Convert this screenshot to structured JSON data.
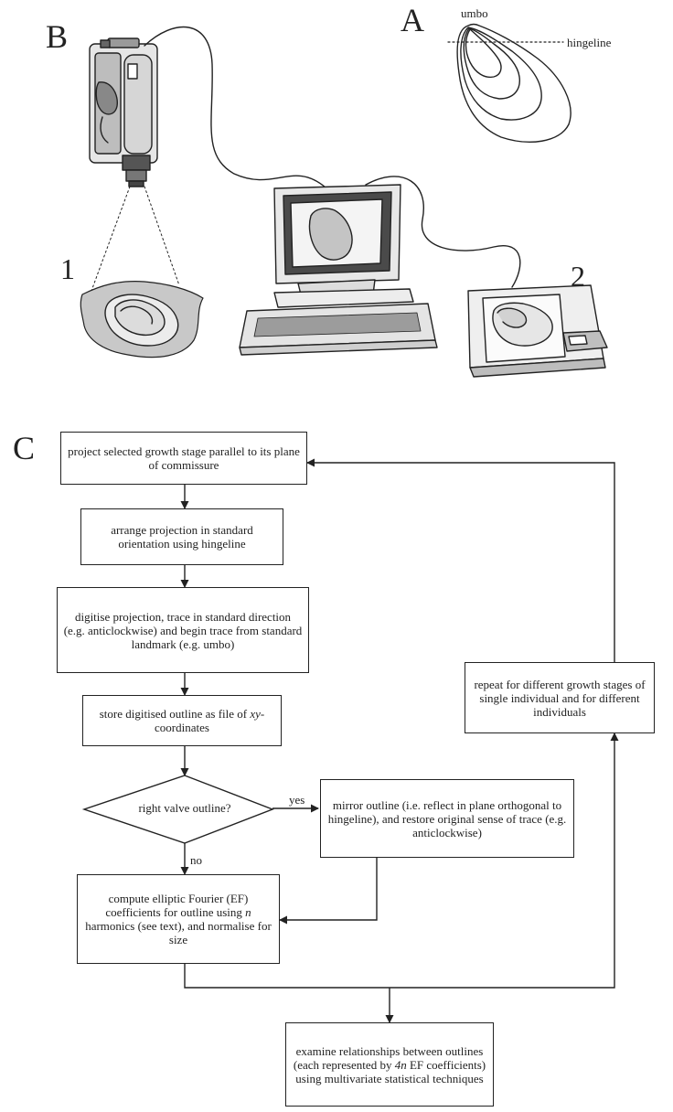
{
  "panels": {
    "a": "A",
    "b": "B",
    "c": "C"
  },
  "stages": {
    "one": "1",
    "two": "2"
  },
  "shell_labels": {
    "umbo": "umbo",
    "hingeline": "hingeline"
  },
  "flow": {
    "step1": "project selected growth stage parallel to its plane of commissure",
    "step2": "arrange projection in standard orientation using hingeline",
    "step3": "digitise projection, trace in standard direction (e.g. anticlockwise) and begin trace from standard landmark (e.g. umbo)",
    "step4_pre": "store digitised outline as file of ",
    "step4_em": "xy",
    "step4_post": "-coordinates",
    "decision": "right valve outline?",
    "yes": "yes",
    "no": "no",
    "mirror": "mirror outline (i.e. reflect in plane orthogonal to hingeline), and restore original sense of trace (e.g. anticlockwise)",
    "compute_pre": "compute elliptic Fourier (EF) coefficients for outline using ",
    "compute_em": "n",
    "compute_post": " harmonics (see text), and normalise for size",
    "repeat": "repeat for different growth stages of single individual and for different individuals",
    "examine_pre": "examine relationships between outlines (each represented by ",
    "examine_em": "4n",
    "examine_post": " EF coefficients) using multivariate statistical techniques"
  }
}
